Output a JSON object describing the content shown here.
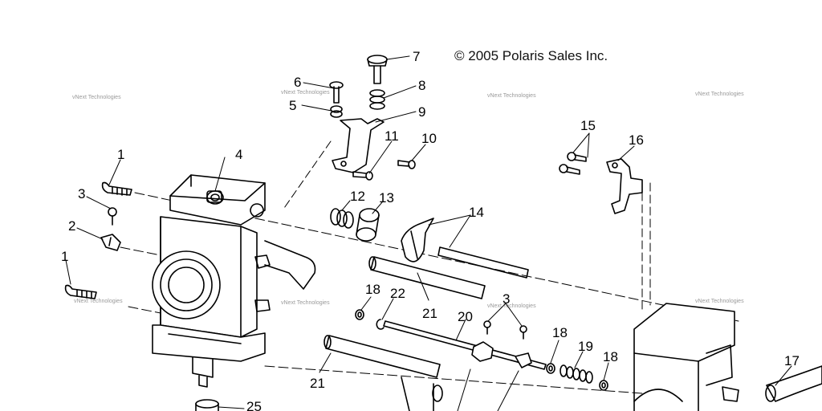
{
  "copyright": "© 2005 Polaris Sales Inc.",
  "watermark": "vNext Technologies",
  "callouts": {
    "c1a": "1",
    "c1b": "1",
    "c2": "2",
    "c3a": "3",
    "c3b": "3",
    "c4": "4",
    "c5": "5",
    "c6": "6",
    "c7": "7",
    "c8": "8",
    "c9": "9",
    "c10": "10",
    "c11": "11",
    "c12": "12",
    "c13": "13",
    "c14": "14",
    "c15": "15",
    "c16": "16",
    "c17": "17",
    "c18a": "18",
    "c18b": "18",
    "c18c": "18",
    "c19": "19",
    "c20": "20",
    "c21a": "21",
    "c21b": "21",
    "c22": "22",
    "c25": "25"
  },
  "colors": {
    "ink": "#000000",
    "background": "#ffffff",
    "watermark": "#9a9a9a"
  }
}
